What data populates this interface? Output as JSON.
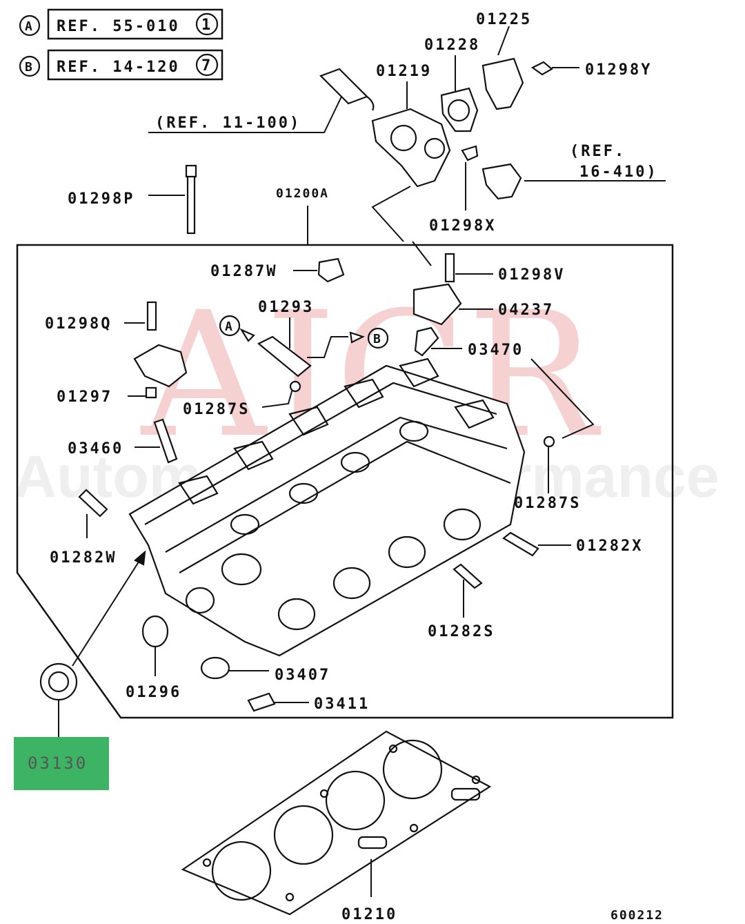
{
  "watermark": {
    "main": "AJCR",
    "sub": "Automotive Performance"
  },
  "refs": [
    {
      "badge": "A",
      "text": "REF. 55-010",
      "circle": "1"
    },
    {
      "badge": "B",
      "text": "REF. 14-120",
      "circle": "7"
    }
  ],
  "labels": {
    "p01225": "01225",
    "p01228": "01228",
    "p01298Y": "01298Y",
    "p01219": "01219",
    "ref11": "(REF. 11-100)",
    "ref16a": "(REF.",
    "ref16b": "16-410)",
    "p01298P": "01298P",
    "p01200A": "01200A",
    "p01298X": "01298X",
    "p01287W": "01287W",
    "p01298V": "01298V",
    "p04237": "04237",
    "p01298Q": "01298Q",
    "p01293": "01293",
    "p03470": "03470",
    "p01297": "01297",
    "p01287S_a": "01287S",
    "p03460": "03460",
    "p01287S_b": "01287S",
    "p01282W": "01282W",
    "p01282X": "01282X",
    "p01282S": "01282S",
    "p03407": "03407",
    "p01296": "01296",
    "p03411": "03411",
    "p01210": "01210",
    "diagram_code": "600212",
    "badgeA": "A",
    "badgeB": "B"
  },
  "highlight": {
    "label": "03130",
    "color": "#3cb464"
  }
}
